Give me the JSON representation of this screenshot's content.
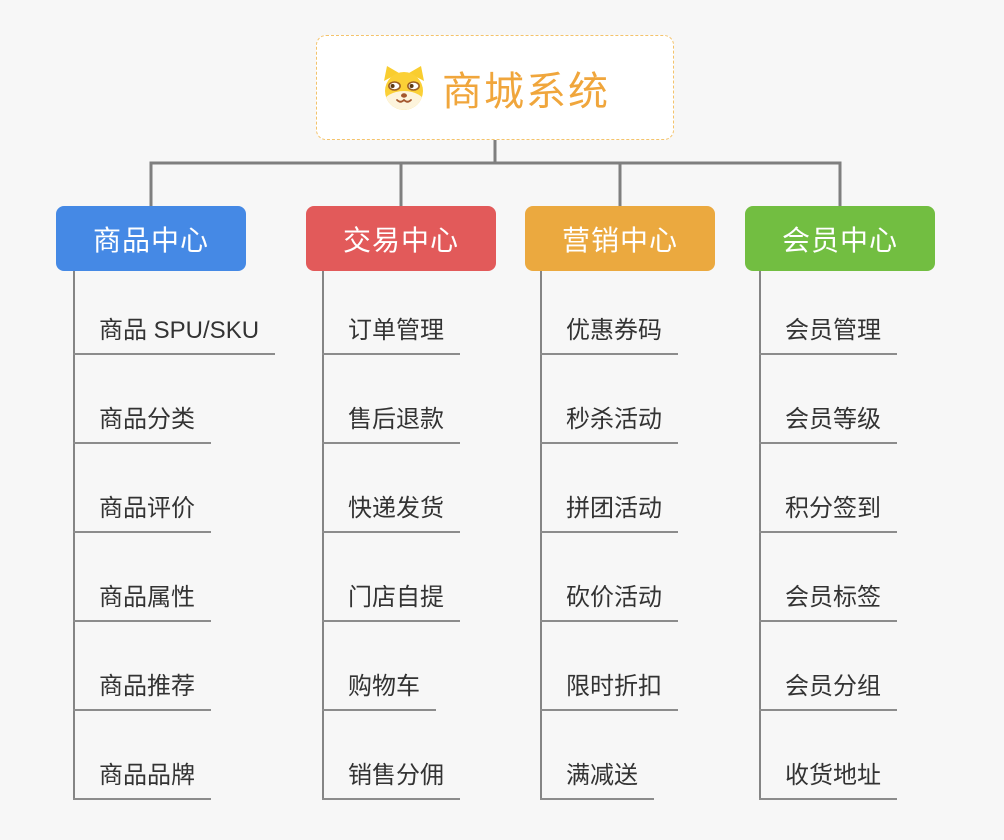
{
  "root": {
    "title": "商城系统",
    "icon": "shiba-dog-face-icon",
    "accent_color": "#F0A63C",
    "border_color": "#F4C36B"
  },
  "branches": [
    {
      "label": "商品中心",
      "color": "#4589E5",
      "items": [
        "商品 SPU/SKU",
        "商品分类",
        "商品评价",
        "商品属性",
        "商品推荐",
        "商品品牌"
      ]
    },
    {
      "label": "交易中心",
      "color": "#E25A5A",
      "items": [
        "订单管理",
        "售后退款",
        "快递发货",
        "门店自提",
        "购物车",
        "销售分佣"
      ]
    },
    {
      "label": "营销中心",
      "color": "#EBA93F",
      "items": [
        "优惠券码",
        "秒杀活动",
        "拼团活动",
        "砍价活动",
        "限时折扣",
        "满减送"
      ]
    },
    {
      "label": "会员中心",
      "color": "#72BE41",
      "items": [
        "会员管理",
        "会员等级",
        "积分签到",
        "会员标签",
        "会员分组",
        "收货地址"
      ]
    }
  ],
  "connector_color": "#7F7F7F",
  "underline_color": "#8C8C8C",
  "background_color": "#F7F7F7"
}
